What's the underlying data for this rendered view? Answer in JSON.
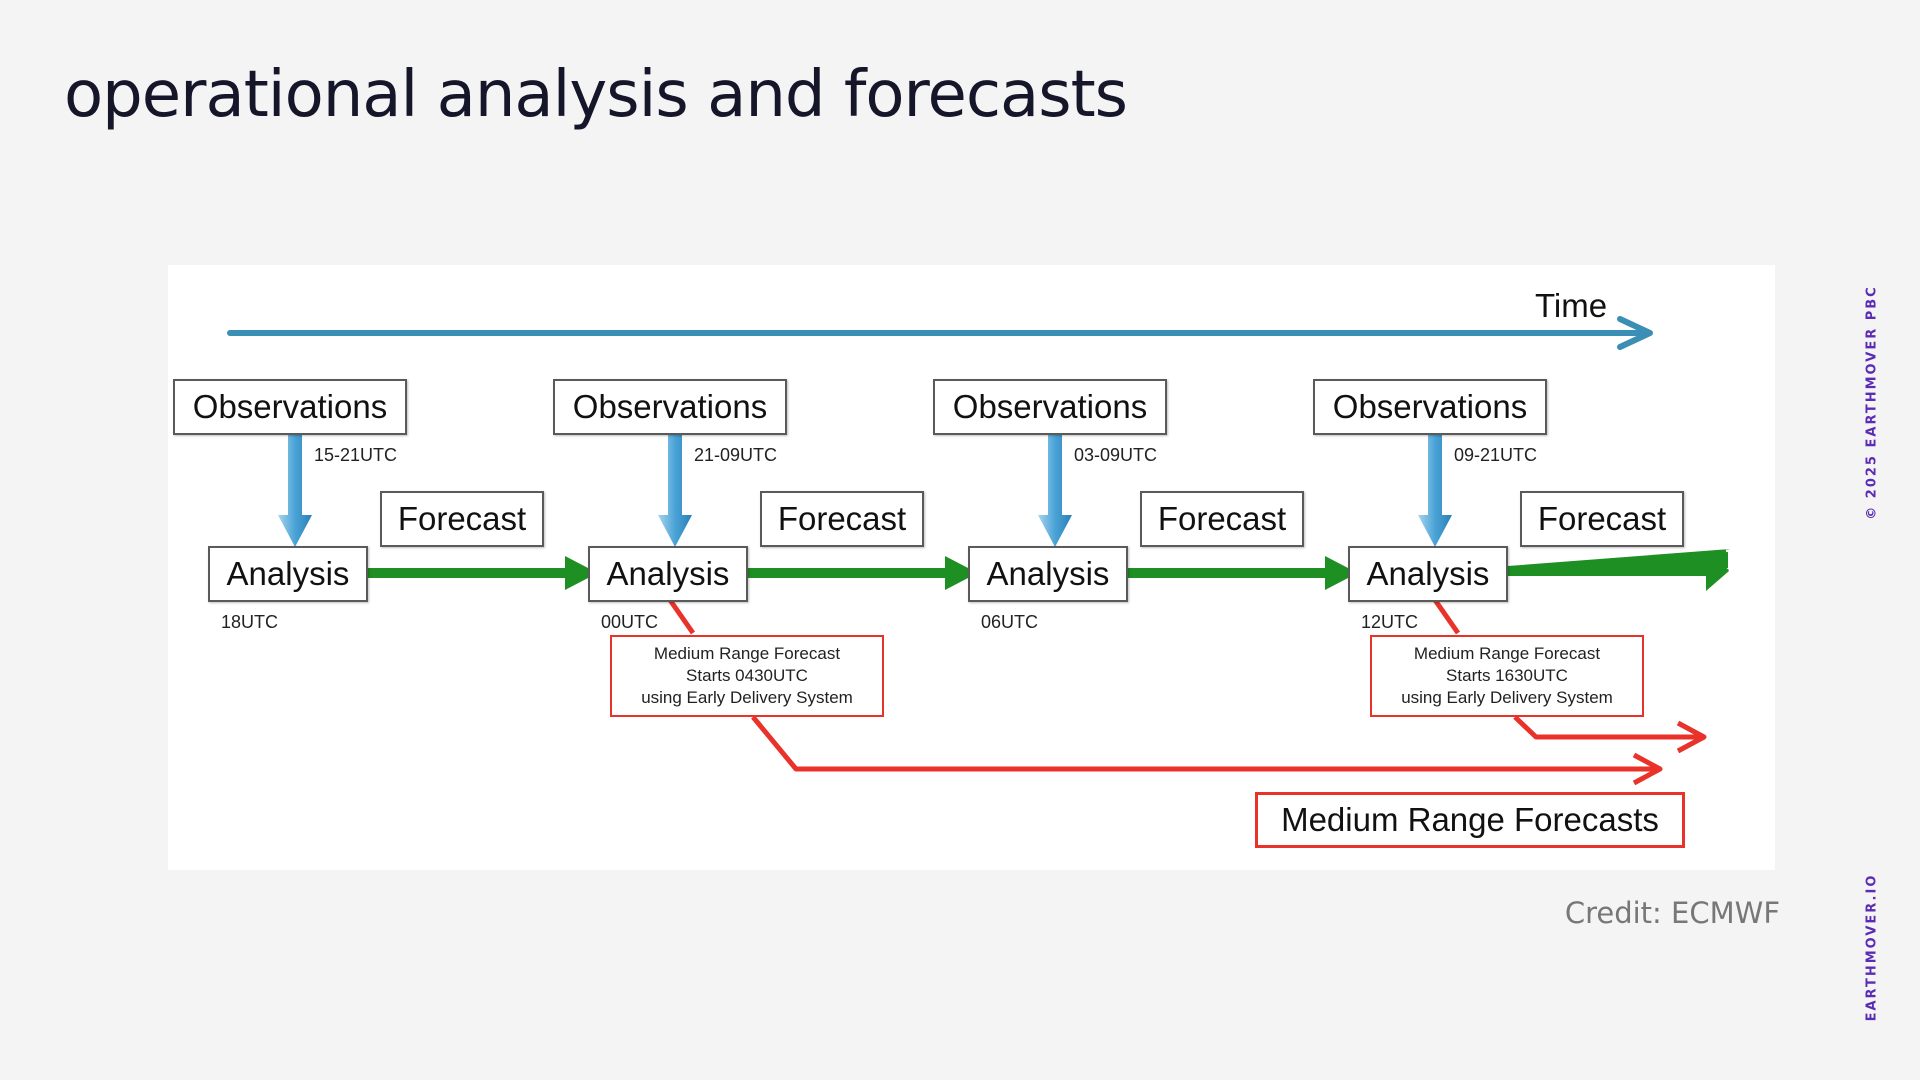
{
  "slide": {
    "title": "operational analysis and forecasts",
    "credit": "Credit: ECMWF",
    "copyright": "© 2025 EARTHMOVER PBC",
    "site": "EARTHMOVER.IO"
  },
  "diagram": {
    "time_label": "Time",
    "cycles": [
      {
        "observations": "Observations",
        "obs_window": "15-21UTC",
        "forecast": "Forecast",
        "analysis": "Analysis",
        "analysis_time": "18UTC"
      },
      {
        "observations": "Observations",
        "obs_window": "21-09UTC",
        "forecast": "Forecast",
        "analysis": "Analysis",
        "analysis_time": "00UTC"
      },
      {
        "observations": "Observations",
        "obs_window": "03-09UTC",
        "forecast": "Forecast",
        "analysis": "Analysis",
        "analysis_time": "06UTC"
      },
      {
        "observations": "Observations",
        "obs_window": "09-21UTC",
        "forecast": "Forecast",
        "analysis": "Analysis",
        "analysis_time": "12UTC"
      }
    ],
    "medium_range_notes": [
      {
        "line1": "Medium Range Forecast",
        "line2": "Starts 0430UTC",
        "line3": "using Early Delivery System"
      },
      {
        "line1": "Medium Range Forecast",
        "line2": "Starts 1630UTC",
        "line3": "using Early Delivery System"
      }
    ],
    "medium_range_label": "Medium Range Forecasts",
    "colors": {
      "time_arrow": "#3b8fb5",
      "forecast_arrow": "#1e8f22",
      "obs_arrow": "#4aa3d6",
      "medium_range": "#e8322a"
    }
  }
}
